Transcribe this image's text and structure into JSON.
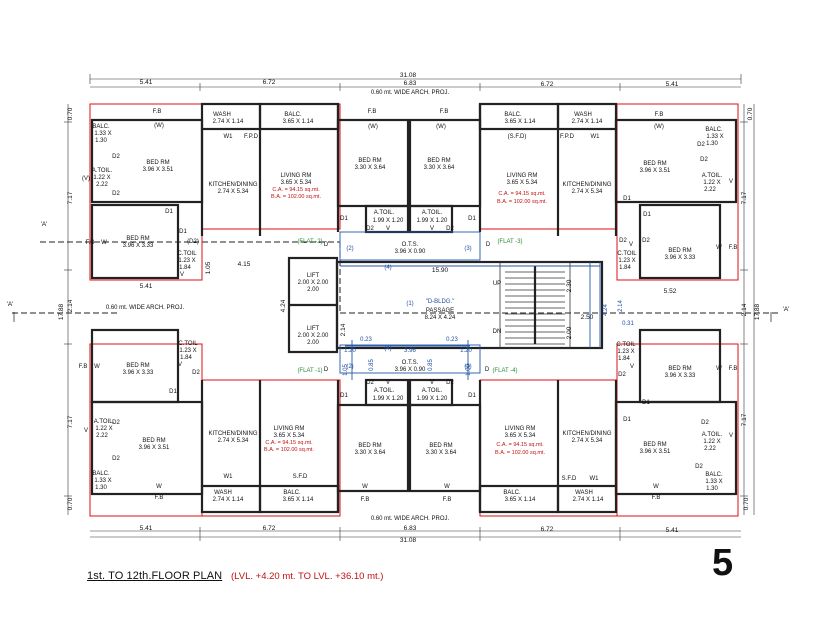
{
  "title": "1st. TO 12th.FLOOR PLAN",
  "level_note": "(LVL. +4.20 mt. TO LVL. +36.10 mt.)",
  "page_number": "5",
  "dimensions": {
    "overall_width": "31.08",
    "overall_depth": "17.88",
    "mid_width": "6.83",
    "left_bay": "5.41",
    "right_bay": "5.41",
    "wash_bay_left": "6.72",
    "wash_bay_right": "6.72",
    "edge_small": "0.70",
    "side_a": "7.17",
    "side_mid": "2.14",
    "arch_proj_top": "0.60 mt. WIDE ARCH. PROJ.",
    "arch_proj_bottom": "0.60 mt. WIDE ARCH. PROJ.",
    "arch_proj_left": "0.60 mt. WIDE ARCH. PROJ.",
    "passage_len": "15.90",
    "left_4_15": "4.15",
    "right_5_52": "5.52",
    "dim_2_50": "2.50",
    "dim_2_30": "2.30",
    "dim_2_00": "2.00",
    "dim_4_24": "4.24",
    "dim_2_14": "2.14",
    "dim_0_31": "0.31",
    "dim_1_05": "1.05",
    "dim_0_23a": "0.23",
    "dim_0_23b": "0.23",
    "dim_1_20a": "1.20",
    "dim_1_20b": "1.20",
    "dim_3_96": "3.96",
    "dim_0_85a": "0.85",
    "dim_0_85b": "0.85",
    "dim_1_05b": "1.05",
    "dim_1_00": "1.00"
  },
  "section_marks": {
    "a_left_top": "'A'",
    "a_left_edge": "'A'",
    "a_right_edge": "'A'"
  },
  "core": {
    "bldg": "\"D-BLDG.\"",
    "passage_label": "PASSAGE",
    "passage_size": "8.24 X 4.24",
    "lift_top_label": "LIFT",
    "lift_top_size": "2.00 X 2.00",
    "lift_bottom_label": "LIFT",
    "lift_bottom_size": "2.00 X 2.00",
    "ots_top": "O.T.S.",
    "ots_top_size": "3.96 X 0.90",
    "ots_bottom": "O.T.S.",
    "ots_bottom_size": "3.96 X 0.90",
    "up": "UP",
    "dn": "DN",
    "n1": "(1)",
    "n2": "(2)",
    "n3": "(3)",
    "n4": "(4)",
    "n2b": "(2)",
    "n3b": "(3)",
    "n4b": "(4)",
    "flat1": "(FLAT -1)",
    "flat2": "(FLAT -2)",
    "flat3": "(FLAT -3)",
    "flat4": "(FLAT -4)"
  },
  "rooms": {
    "balc": "BALC.",
    "balc_133": "1.33 X",
    "balc_130": "1.30",
    "balc_365": "3.65 X 1.14",
    "wash": "WASH",
    "wash_size": "2.74 X 1.14",
    "bed": "BED RM",
    "bed_396_351": "3.96 X 3.51",
    "bed_396_333": "3.96 X 3.33",
    "bed_330_364": "3.30 X 3.64",
    "atoil": "A.TOIL.",
    "atoil_122": "1.22 X",
    "atoil_222": "2.22",
    "atoil_199": "1.99 X 1.20",
    "ctoil": "C.TOIL",
    "ctoil_123": "1.23 X",
    "ctoil_184": "1.84",
    "kitchen": "KITCHEN/DINING",
    "kitchen_size": "2.74 X 5.34",
    "living": "LIVING RM",
    "living_size": "3.65 X 5.34",
    "ca": "C.A. = 94.15 sq.mt.",
    "ba": "B.A. = 102.00 sq.mt.",
    "fb": "F.B",
    "w": "W",
    "wp": "(W)",
    "v": "V",
    "vp": "(V)",
    "d1": "D1",
    "d2": "D2",
    "d2p": "(D2)",
    "d": "D",
    "w1": "W1",
    "fpd": "F.P.D",
    "sfd": "S.F.D",
    "sfdp": "(S.F.D)"
  }
}
